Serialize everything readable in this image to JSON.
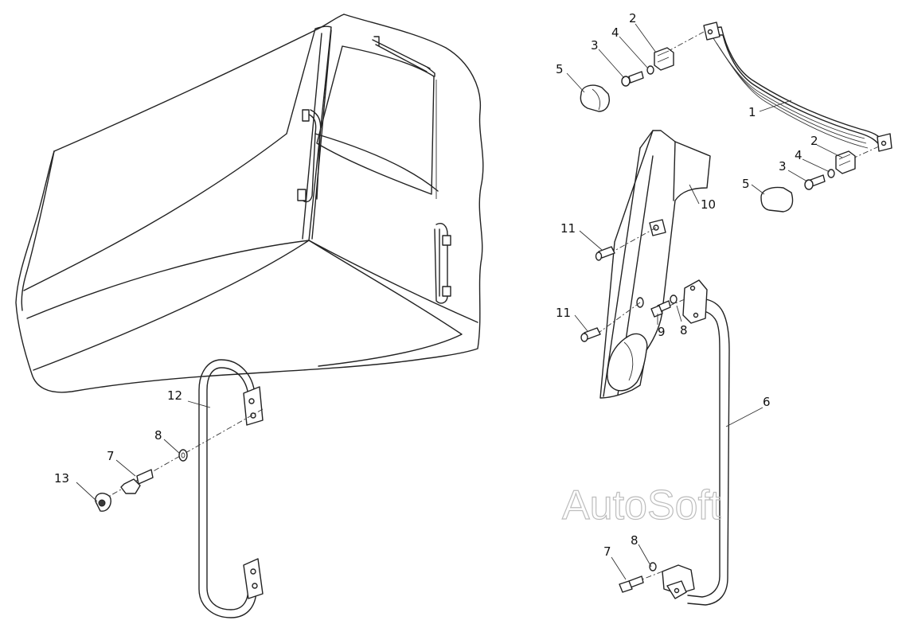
{
  "watermark": "AutoSoft",
  "callouts": {
    "c1": "1",
    "c2a": "2",
    "c2b": "2",
    "c3a": "3",
    "c3b": "3",
    "c4a": "4",
    "c4b": "4",
    "c5a": "5",
    "c5b": "5",
    "c6": "6",
    "c7a": "7",
    "c7b": "7",
    "c8a": "8",
    "c8b": "8",
    "c8c": "8",
    "c9": "9",
    "c10": "10",
    "c11a": "11",
    "c11b": "11",
    "c12": "12",
    "c13": "13"
  }
}
